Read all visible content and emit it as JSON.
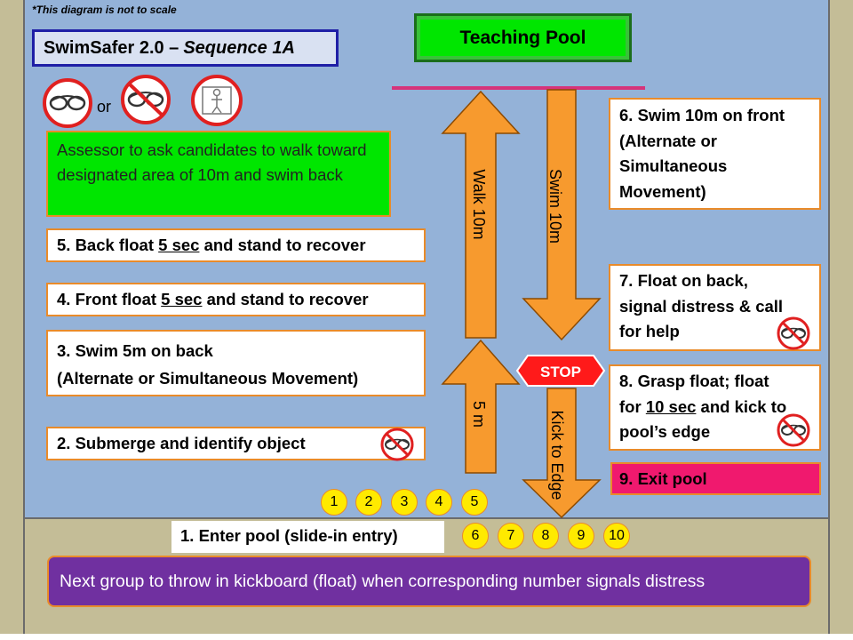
{
  "note": "*This diagram is not to scale",
  "title": {
    "main": "SwimSafer 2.0 –",
    "sequence": "Sequence 1A"
  },
  "teaching_pool": "Teaching Pool",
  "or_text": "or",
  "assessor_text": "Assessor to ask candidates to walk toward designated area of 10m and swim back",
  "steps": {
    "s5": {
      "pre": "5. Back float ",
      "u": "5 sec",
      "post": " and stand to recover"
    },
    "s4": {
      "pre": "4. Front float ",
      "u": "5 sec",
      "post": " and stand to recover"
    },
    "s3": {
      "line1": "3. Swim 5m on back",
      "line2": "(Alternate or Simultaneous Movement)"
    },
    "s2": "2. Submerge and identify object",
    "s6": {
      "line1": "6. Swim 10m on front",
      "line2": "(Alternate or",
      "line3": "Simultaneous",
      "line4": "Movement)"
    },
    "s7": {
      "line1": "7. Float on back,",
      "line2": "signal distress & call",
      "line3": "for help"
    },
    "s8": {
      "line1": "8. Grasp float; float",
      "pre2": "for ",
      "u2": "10 sec",
      "post2": " and kick to",
      "line3": "pool’s edge"
    },
    "s9": "9. Exit pool",
    "s1": "1. Enter pool (slide-in entry)"
  },
  "arrows": {
    "walk": "Walk 10m",
    "swim": "Swim 10m",
    "five": "5 m",
    "kick": "Kick to Edge"
  },
  "stop": "STOP",
  "numbers_top": [
    "1",
    "2",
    "3",
    "4",
    "5"
  ],
  "numbers_bottom": [
    "6",
    "7",
    "8",
    "9",
    "10"
  ],
  "next_group": "Next group to throw in kickboard (float) when corresponding number signals distress",
  "colors": {
    "pool": "#94b2d8",
    "deck": "#c4bd97",
    "arrow": "#f79a2e",
    "green": "#00e600",
    "purple": "#7030a0",
    "stop": "#ff1a1a",
    "exit": "#f0196e"
  }
}
